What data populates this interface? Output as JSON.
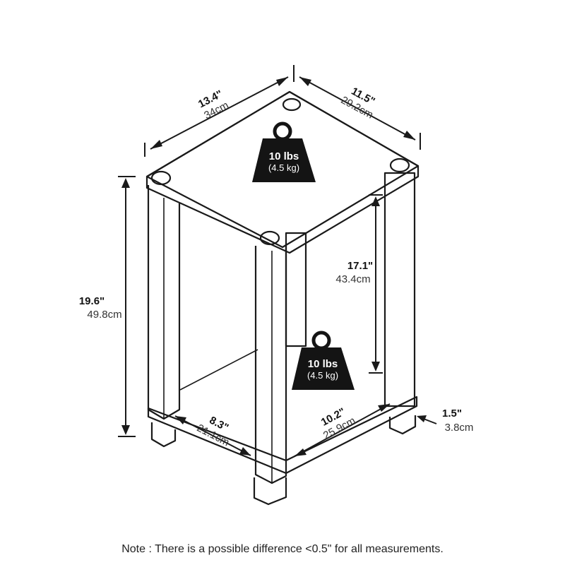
{
  "dimensions": {
    "top_width": {
      "inches": "13.4\"",
      "cm": "34cm"
    },
    "top_depth": {
      "inches": "11.5\"",
      "cm": "29.2cm"
    },
    "total_height": {
      "inches": "19.6\"",
      "cm": "49.8cm"
    },
    "shelf_gap": {
      "inches": "17.1\"",
      "cm": "43.4cm"
    },
    "inner_width": {
      "inches": "8.3\"",
      "cm": "21.1cm"
    },
    "inner_depth": {
      "inches": "10.2\"",
      "cm": "25.9cm"
    },
    "foot_height": {
      "inches": "1.5\"",
      "cm": "3.8cm"
    }
  },
  "weights": {
    "top": {
      "label": "10 lbs",
      "sub": "(4.5 kg)"
    },
    "bottom": {
      "label": "10 lbs",
      "sub": "(4.5 kg)"
    }
  },
  "note": "Note : There is a possible difference <0.5\" for all measurements.",
  "colors": {
    "line": "#1a1a1a",
    "weight_fill": "#141414"
  },
  "icons": [
    "weight-icon"
  ]
}
